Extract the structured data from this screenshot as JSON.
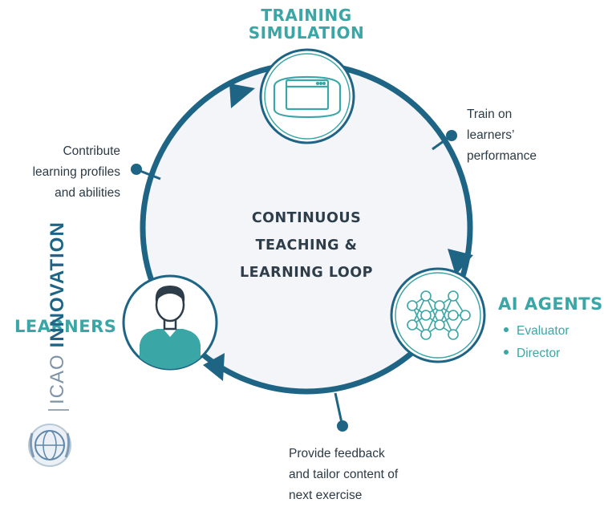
{
  "nodes": {
    "training_simulation": {
      "line1": "TRAINING",
      "line2": "SIMULATION"
    },
    "ai_agents": {
      "title": "AI AGENTS",
      "items": [
        "Evaluator",
        "Director"
      ]
    },
    "learners": {
      "title": "LEARNERS"
    }
  },
  "center": {
    "line1": "CONTINUOUS",
    "line2": "TEACHING &",
    "line3": "LEARNING LOOP"
  },
  "annotations": {
    "train": [
      "Train on",
      "learners’",
      "performance"
    ],
    "contribute": [
      "Contribute",
      "learning profiles",
      "and abilities"
    ],
    "feedback": [
      "Provide feedback",
      "and tailor content of",
      "next exercise"
    ]
  },
  "branding": {
    "org": "ICAO",
    "unit": "INNOVATION"
  },
  "colors": {
    "teal": "#3aa6a6",
    "navy": "#1e6485",
    "circle_fill": "#f4f5f9",
    "text_dark": "#2e3d4a"
  },
  "icons": [
    "simulator-screen-icon",
    "neural-network-icon",
    "learner-avatar-icon",
    "icao-emblem-icon"
  ]
}
